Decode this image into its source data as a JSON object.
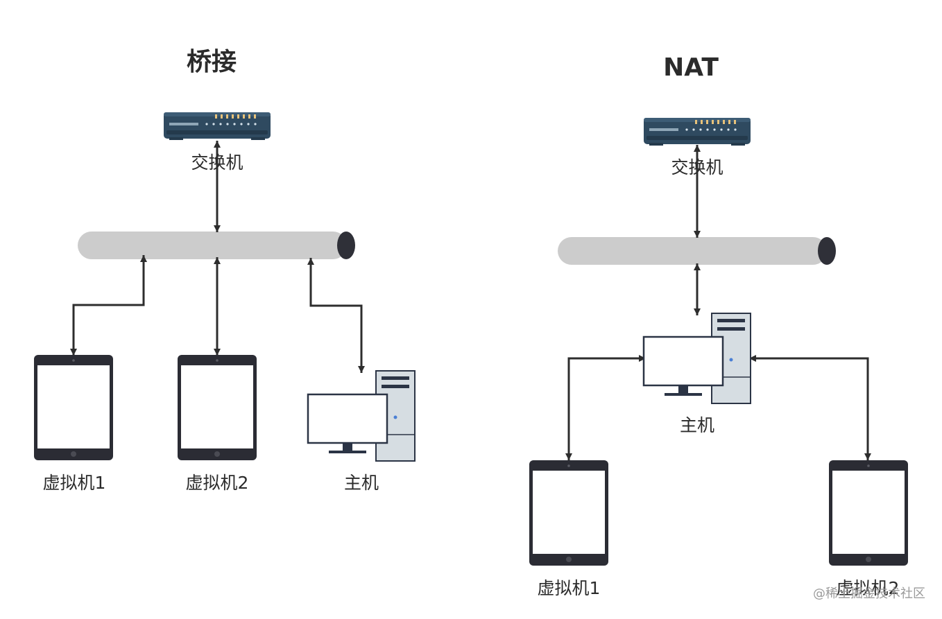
{
  "titles": {
    "bridge": "桥接",
    "nat": "NAT"
  },
  "labels": {
    "bridge_switch": "交换机",
    "bridge_vm1": "虚拟机1",
    "bridge_vm2": "虚拟机2",
    "bridge_host": "主机",
    "nat_switch": "交换机",
    "nat_host": "主机",
    "nat_vm1": "虚拟机1",
    "nat_vm2": "虚拟机2"
  },
  "watermark": "@稀土掘金技术社区",
  "colors": {
    "line": "#2d2d2d",
    "bus": "#cccccc",
    "tablet_frame": "#2b2c34",
    "switch_body": "#2f4a60",
    "monitor_frame": "#2b3445",
    "tower_gray": "#d6dde2"
  }
}
